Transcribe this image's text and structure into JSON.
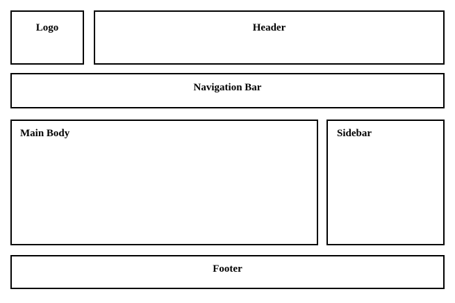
{
  "page": {
    "title": "Web Page Layout Wireframe",
    "background_color": "#ffffff",
    "border_color": "#000000",
    "text_color": "#000000"
  },
  "regions": {
    "logo": {
      "label": "Logo",
      "align": "center"
    },
    "header": {
      "label": "Header",
      "align": "center"
    },
    "navigation": {
      "label": "Navigation Bar",
      "align": "center"
    },
    "main_body": {
      "label": "Main Body",
      "align": "left"
    },
    "sidebar": {
      "label": "Sidebar",
      "align": "left"
    },
    "footer": {
      "label": "Footer",
      "align": "center"
    }
  }
}
